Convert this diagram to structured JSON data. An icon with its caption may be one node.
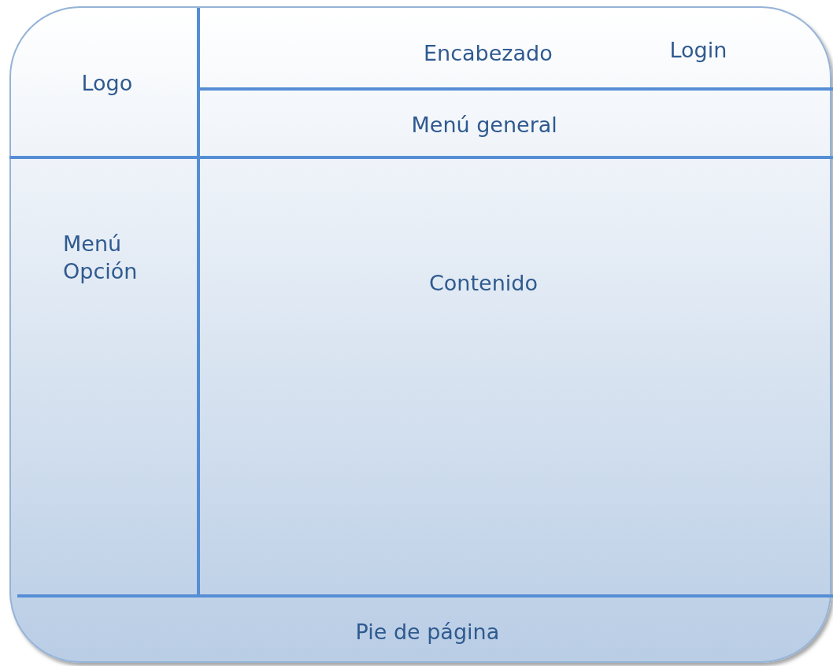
{
  "diagram": {
    "nodes": [
      {
        "text": [],
        "shape": "box"
      },
      {
        "text": [
          "Logo"
        ],
        "in": 0
      },
      {
        "text": [
          "Encabezado",
          "Login"
        ],
        "in": 0
      },
      {
        "text": [
          "Menú general"
        ],
        "in": 0
      },
      {
        "text": [
          "Menú Opción"
        ],
        "in": 0
      },
      {
        "text": [
          "Contenido"
        ],
        "in": 0
      },
      {
        "text": [
          "Pie de página"
        ],
        "in": 0
      }
    ]
  }
}
